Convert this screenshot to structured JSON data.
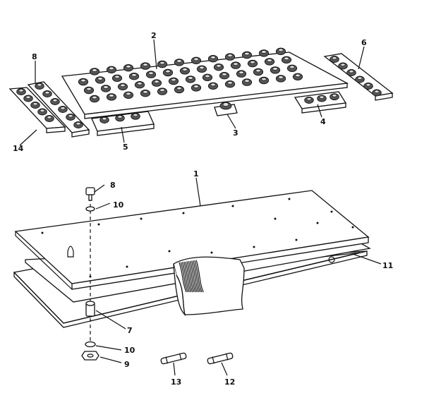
{
  "callouts": [
    {
      "id": "c1",
      "text": "1"
    },
    {
      "id": "c2",
      "text": "2"
    },
    {
      "id": "c3",
      "text": "3"
    },
    {
      "id": "c4",
      "text": "4"
    },
    {
      "id": "c5",
      "text": "5"
    },
    {
      "id": "c6",
      "text": "6"
    },
    {
      "id": "c7",
      "text": "7"
    },
    {
      "id": "c8a",
      "text": "8"
    },
    {
      "id": "c8b",
      "text": "8"
    },
    {
      "id": "c9",
      "text": "9"
    },
    {
      "id": "c10a",
      "text": "10"
    },
    {
      "id": "c10b",
      "text": "10"
    },
    {
      "id": "c11",
      "text": "11"
    },
    {
      "id": "c12",
      "text": "12"
    },
    {
      "id": "c13",
      "text": "13"
    },
    {
      "id": "c14",
      "text": "14"
    }
  ]
}
